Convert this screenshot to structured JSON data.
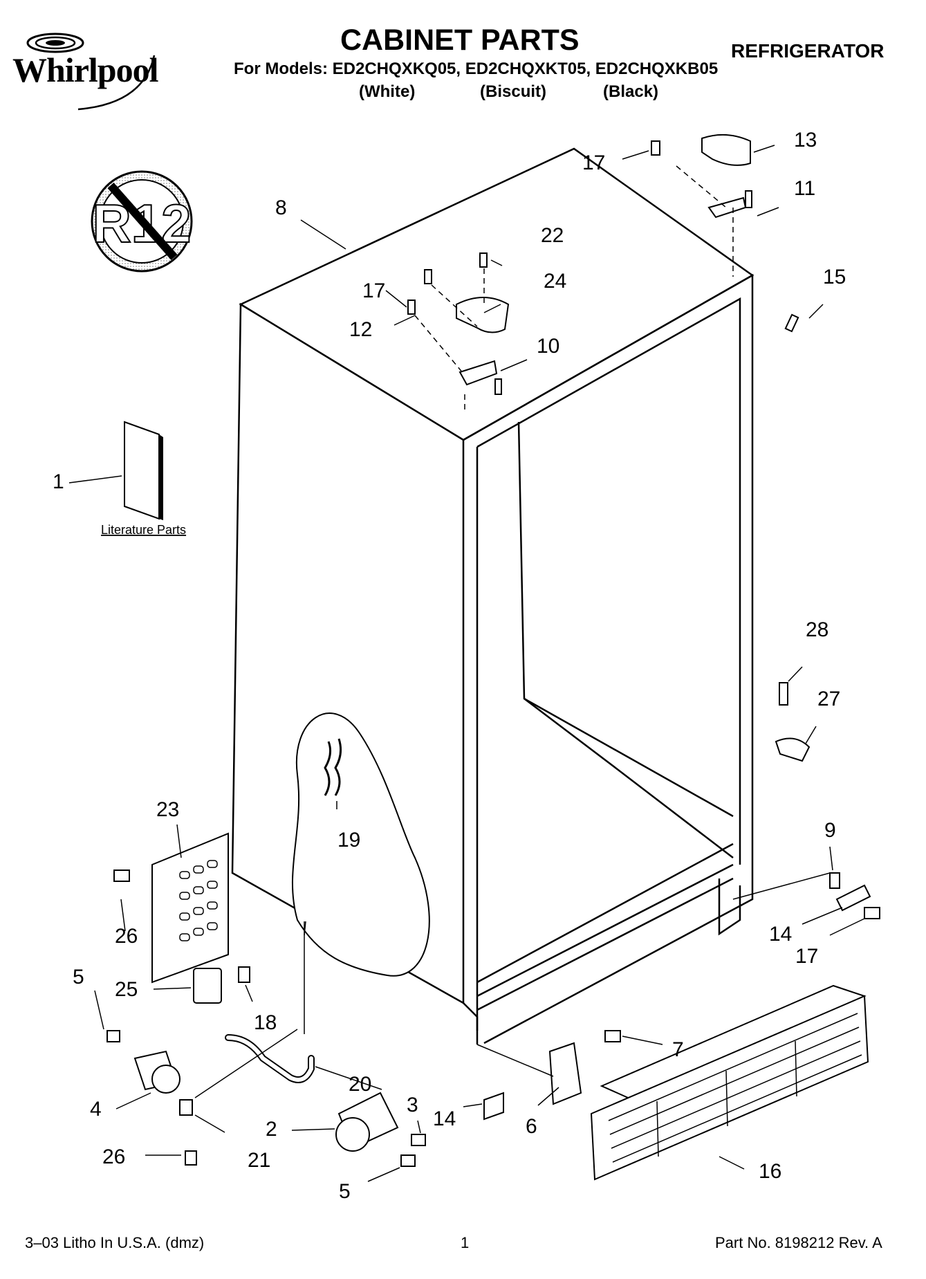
{
  "header": {
    "brand": "Whirlpool",
    "title": "CABINET PARTS",
    "models_line": "For Models: ED2CHQXKQ05, ED2CHQXKT05, ED2CHQXKB05",
    "colors": [
      "(White)",
      "(Biscuit)",
      "(Black)"
    ],
    "appliance": "REFRIGERATOR"
  },
  "badge": {
    "text": "R12"
  },
  "literature_label": "Literature Parts",
  "callouts": [
    "1",
    "2",
    "3",
    "4",
    "5",
    "5",
    "6",
    "7",
    "8",
    "9",
    "10",
    "11",
    "12",
    "13",
    "14",
    "14",
    "15",
    "16",
    "17",
    "17",
    "17",
    "18",
    "19",
    "20",
    "21",
    "22",
    "23",
    "24",
    "25",
    "26",
    "26",
    "27",
    "28"
  ],
  "footer": {
    "left": "3–03 Litho In U.S.A. (dmz)",
    "center": "1",
    "right": "Part No. 8198212 Rev. A"
  }
}
